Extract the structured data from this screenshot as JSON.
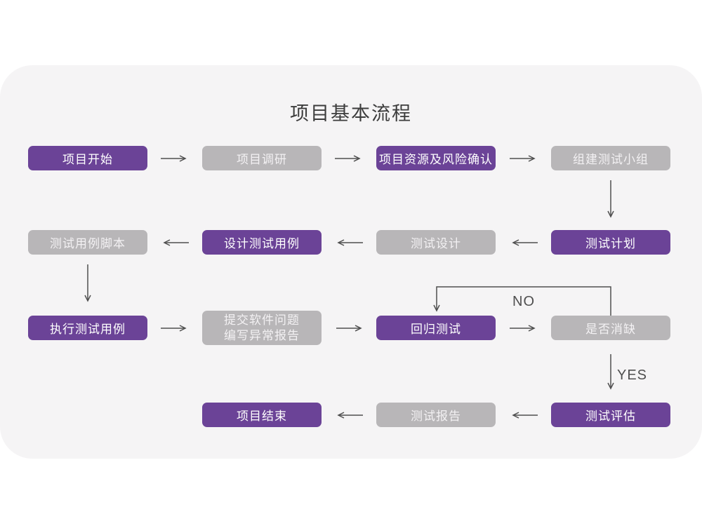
{
  "title": "项目基本流程",
  "colors": {
    "accent-purple": "#6b4397",
    "node-gray": "#b8b6b8",
    "card-bg": "#f5f4f5",
    "arrow": "#4f4f4f",
    "node-text": "#ffffff",
    "title-text": "#3c3c3c"
  },
  "nodes": {
    "project_start": {
      "label": "项目开始"
    },
    "project_research": {
      "label": "项目调研"
    },
    "resource_risk_confirm": {
      "label": "项目资源及风险确认"
    },
    "form_test_team": {
      "label": "组建测试小组"
    },
    "test_plan": {
      "label": "测试计划"
    },
    "test_design": {
      "label": "测试设计"
    },
    "design_test_cases": {
      "label": "设计测试用例"
    },
    "test_case_script": {
      "label": "测试用例脚本"
    },
    "execute_test_cases": {
      "label": "执行测试用例"
    },
    "submit_issue_report": {
      "line1": "提交软件问题",
      "line2": "编写异常报告"
    },
    "regression_test": {
      "label": "回归测试"
    },
    "defect_cleared": {
      "label": "是否消缺"
    },
    "test_evaluation": {
      "label": "测试评估"
    },
    "test_report": {
      "label": "测试报告"
    },
    "project_end": {
      "label": "项目结束"
    }
  },
  "decision": {
    "no_label": "NO",
    "yes_label": "YES"
  }
}
